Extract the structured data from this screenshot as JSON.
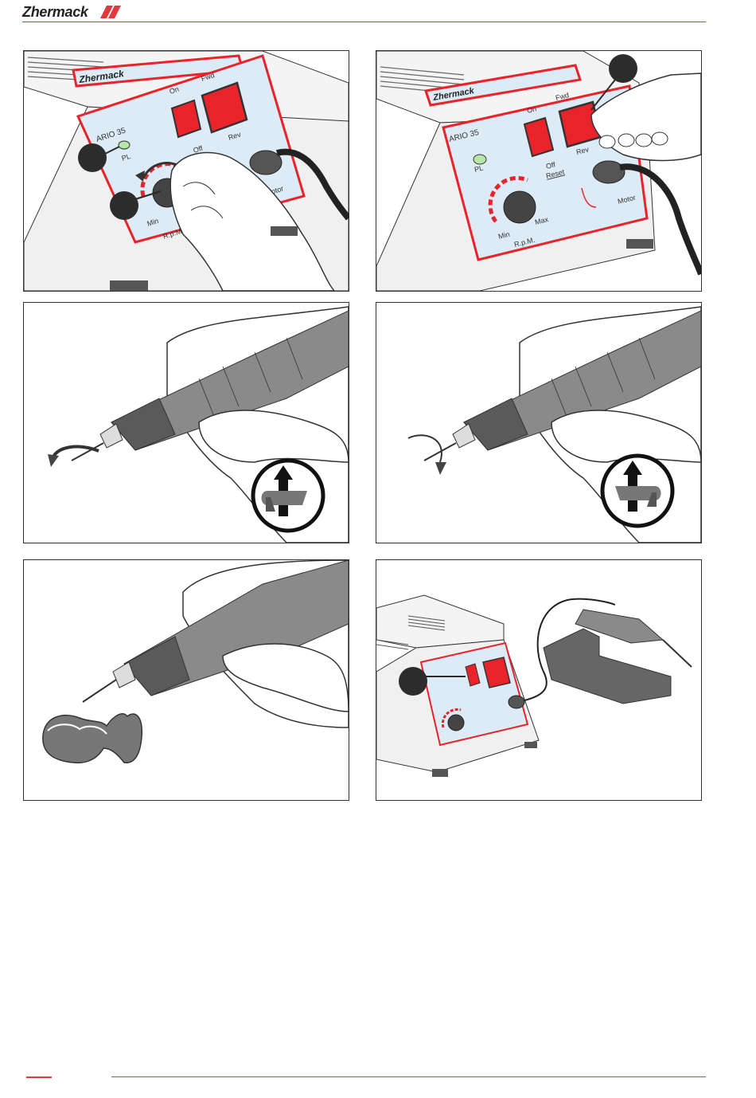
{
  "brand": {
    "name": "Zhermack",
    "accent": "#e03a3e"
  },
  "device": {
    "model": "ARIO 35",
    "pl_label": "PL",
    "on_label": "On",
    "fwd_label": "Fwd",
    "rev_label": "Rev",
    "off_label": "Off",
    "reset_label": "Reset",
    "min_label": "Min",
    "max_label": "Max",
    "rpm_label": "R.p.M.",
    "motor_label": "Motor",
    "brand_label": "Zhermack"
  },
  "panels": [
    {
      "id": "p1",
      "scene": "switch-on-and-rpm-knob",
      "callouts": 2
    },
    {
      "id": "p2",
      "scene": "press-fwd-rev-switch",
      "callouts": 1
    },
    {
      "id": "p3",
      "scene": "handpiece-rotation-counterclockwise",
      "direction": "left"
    },
    {
      "id": "p4",
      "scene": "handpiece-rotation-clockwise",
      "direction": "right"
    },
    {
      "id": "p5",
      "scene": "handpiece-working-on-teeth"
    },
    {
      "id": "p6",
      "scene": "unit-with-handpiece-on-stand",
      "callouts": 1
    }
  ],
  "colors": {
    "red": "#e8232a",
    "panel_blue": "#dcebf6",
    "line": "#333333",
    "grey": "#8a8a8a",
    "dark": "#2c2c2c"
  }
}
